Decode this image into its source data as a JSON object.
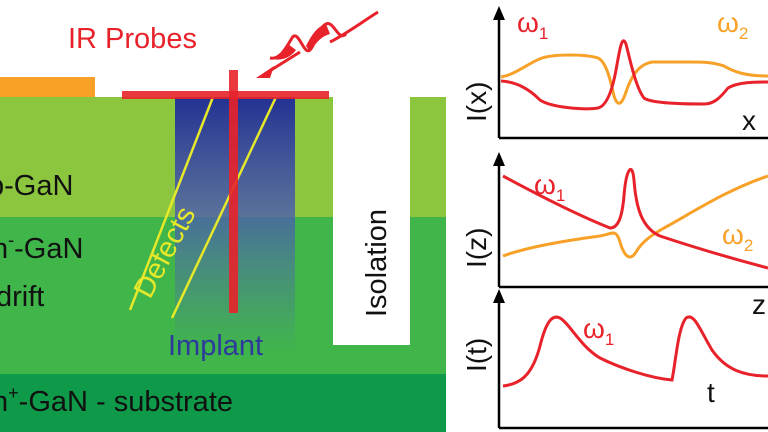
{
  "colors": {
    "red": "#e8222a",
    "orange": "#f7a128",
    "yellow": "#e6e82a",
    "implant_blue": "#2d3a9c",
    "p_gan": "#8cc63f",
    "n_drift": "#3fb54a",
    "n_sub": "#0e9a48",
    "contact": "#f7a128"
  },
  "cross_section": {
    "title": "IR Probes",
    "layers": {
      "p": "p-GaN",
      "n_minus_prefix": "n",
      "n_minus_sup": "-",
      "n_minus_suffix": "-GaN",
      "drift": "drift",
      "n_plus_prefix": "n",
      "n_plus_sup": "+",
      "n_plus_suffix": "-GaN - substrate"
    },
    "defects": "Defects",
    "implant": "Implant",
    "isolation": "Isolation"
  },
  "plots": [
    {
      "ylabel": "I(x)",
      "xlabel": "x",
      "omega1": "ω",
      "omega1_sub": "1",
      "omega2": "ω",
      "omega2_sub": "2"
    },
    {
      "ylabel": "I(z)",
      "xlabel": "z",
      "omega1": "ω",
      "omega1_sub": "1",
      "omega2": "ω",
      "omega2_sub": "2"
    },
    {
      "ylabel": "I(t)",
      "xlabel": "t",
      "omega1": "ω",
      "omega1_sub": "1"
    }
  ]
}
